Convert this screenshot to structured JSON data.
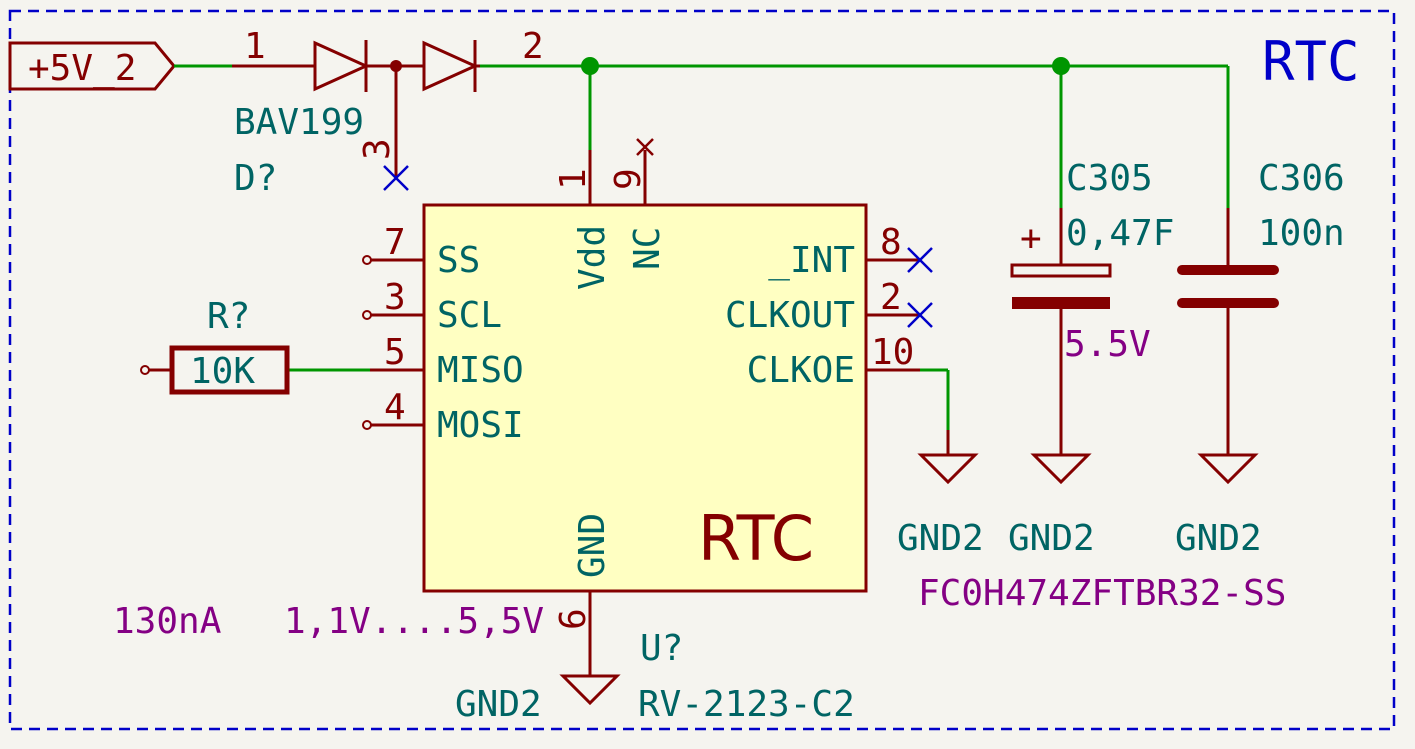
{
  "sheet": {
    "title": "RTC"
  },
  "power_input": {
    "label": "+5V_2"
  },
  "diode": {
    "ref": "D?",
    "value": "BAV199",
    "pin_a": "1",
    "pin_b": "2",
    "pin_c": "3"
  },
  "resistor": {
    "ref": "R?",
    "value": "10K"
  },
  "ic": {
    "ref": "U?",
    "value": "RV-2123-C2",
    "body_label": "RTC",
    "left_pins": [
      {
        "num": "7",
        "name": "SS"
      },
      {
        "num": "3",
        "name": "SCL"
      },
      {
        "num": "5",
        "name": "MISO"
      },
      {
        "num": "4",
        "name": "MOSI"
      }
    ],
    "right_pins": [
      {
        "num": "8",
        "name": "_INT"
      },
      {
        "num": "2",
        "name": "CLKOUT"
      },
      {
        "num": "10",
        "name": "CLKOE"
      }
    ],
    "top_pins": [
      {
        "num": "1",
        "name": "Vdd"
      },
      {
        "num": "9",
        "name": "NC"
      }
    ],
    "bottom_pin": {
      "num": "6",
      "name": "GND"
    },
    "current_note": "130nA",
    "voltage_note": "1,1V....5,5V"
  },
  "c305": {
    "ref": "C305",
    "value": "0,47F",
    "voltage": "5.5V",
    "polarity": "+",
    "part_number": "FC0H474ZFTBR32-SS"
  },
  "c306": {
    "ref": "C306",
    "value": "100n"
  },
  "grounds": {
    "clkoe": "GND2",
    "c305": "GND2",
    "c306": "GND2",
    "ic": "GND2"
  },
  "colors": {
    "wire": "#009600",
    "symbol": "#840000",
    "ic_fill": "#ffffc2",
    "label": "#006464",
    "property": "#840084",
    "frame": "#0000c8",
    "background": "#f5f4ef"
  }
}
